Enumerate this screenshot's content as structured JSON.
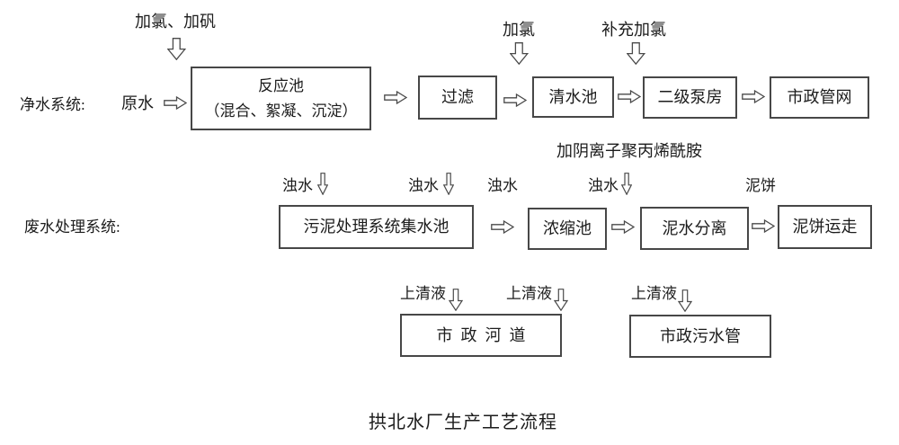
{
  "title_caption": "拱北水厂生产工艺流程",
  "colors": {
    "line": "#4a4a4a",
    "text": "#1c1c1c",
    "background": "#ffffff"
  },
  "clean_water_system": {
    "system_label": "净水系统:",
    "raw_water_label": "原水",
    "dosing": {
      "chlorine_alum": "加氯、加矾",
      "chlorine": "加氯",
      "supplementary_chlorine": "补充加氯"
    },
    "boxes": {
      "reaction_pool_line1": "反应池",
      "reaction_pool_line2": "（混合、絮凝、沉淀）",
      "filtration": "过滤",
      "clear_water_pool": "清水池",
      "secondary_pump_station": "二级泵房",
      "municipal_pipe_network": "市政管网"
    }
  },
  "waste_water_system": {
    "system_label": "废水处理系统:",
    "dosing_label": "加阴离子聚丙烯酰胺",
    "turbid_water_label": "浊水",
    "mud_cake_label": "泥饼",
    "supernatant_label": "上清液",
    "boxes": {
      "sludge_collection_pool": "污泥处理系统集水池",
      "thickening_pool": "浓缩池",
      "mud_water_separation": "泥水分离",
      "mud_cake_removal": "泥饼运走",
      "municipal_river": "市政河道",
      "municipal_sewer": "市政污水管"
    }
  }
}
